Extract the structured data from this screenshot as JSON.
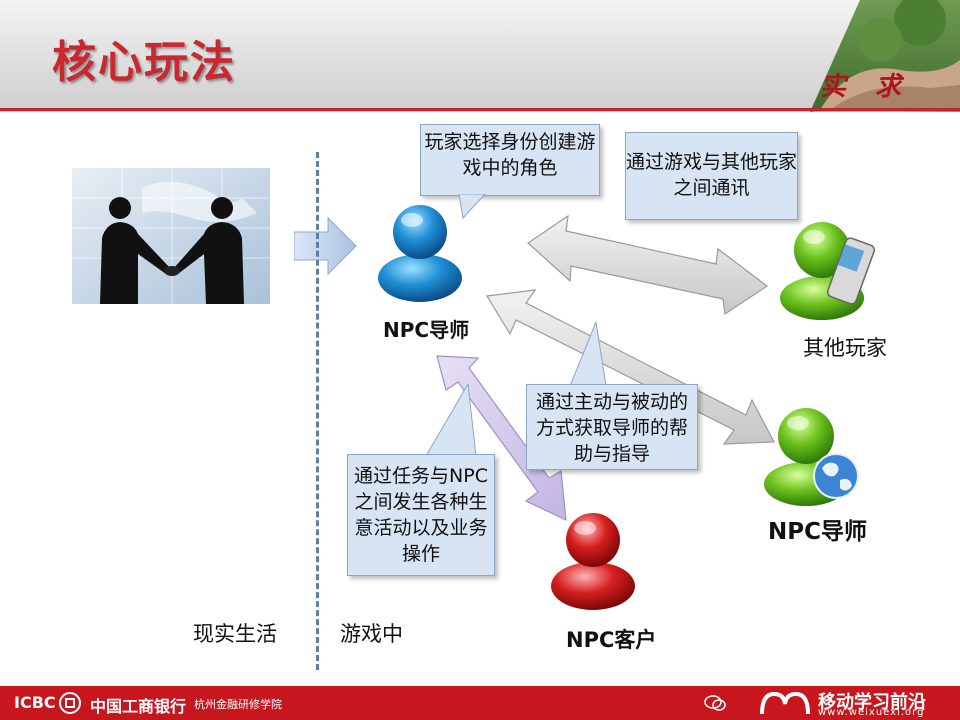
{
  "title": "核心玩法",
  "header_seal": "实 求",
  "sections": {
    "real_life": "现实生活",
    "in_game": "游戏中"
  },
  "callouts": {
    "choose_identity": "玩家选择身份创建游戏中的角色",
    "communicate": "通过游戏与其他玩家之间通讯",
    "get_help": "通过主动与被动的方式获取导师的帮助与指导",
    "business": "通过任务与NPC之间发生各种生意活动以及业务操作"
  },
  "nodes": {
    "npc_mentor_blue": "NPC导师",
    "other_players": "其他玩家",
    "npc_mentor_green": "NPC导师",
    "npc_client": "NPC客户"
  },
  "footer": {
    "bank_abbr": "ICBC",
    "bank_name": "中国工商银行",
    "institute": "杭州金融研修学院",
    "brand": "移动学习前沿",
    "url": "www.weixuexi.org"
  },
  "colors": {
    "accent": "#c8282e",
    "callout_bg": "#d7e4f4",
    "footer_bg": "#c8161e"
  }
}
